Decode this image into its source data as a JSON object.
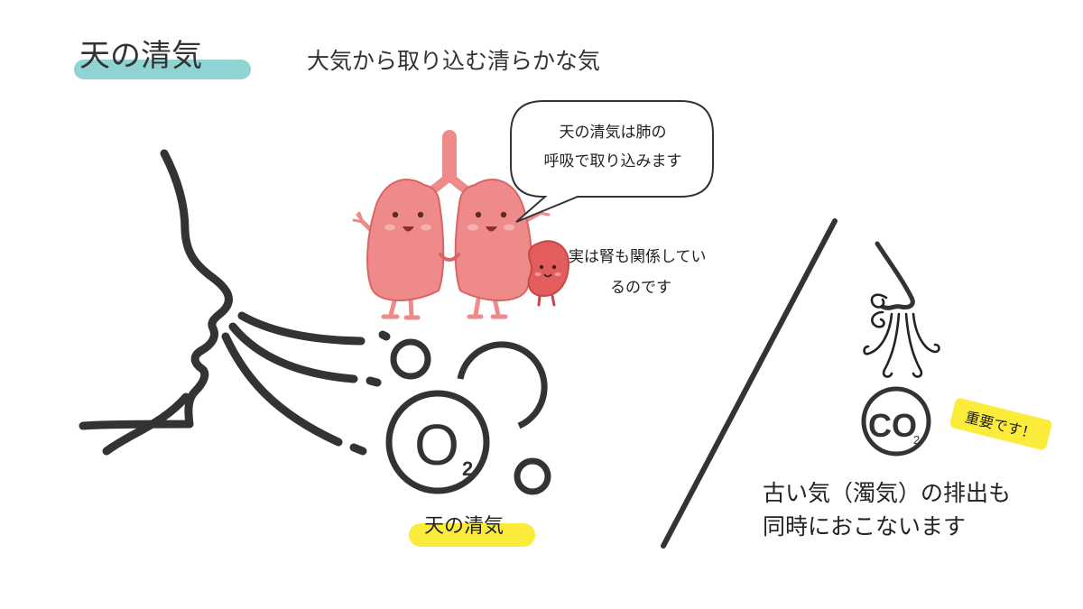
{
  "header": {
    "title": "天の清気",
    "subtitle": "大気から取り込む清らかな気"
  },
  "speech_bubble": {
    "lines": [
      "天の清気は肺の",
      "呼吸で取り込みます"
    ]
  },
  "kidney_note": {
    "lines": [
      "実は腎も関係してい",
      "るのです"
    ]
  },
  "o2": {
    "symbol": "O",
    "subscript": "2",
    "label": "天の清気"
  },
  "co2": {
    "symbol": "CO",
    "subscript": "2"
  },
  "important_tag": {
    "text": "重要です！"
  },
  "exhale_text": {
    "lines": [
      "古い気（濁気）の排出も",
      "同時におこないます"
    ]
  },
  "colors": {
    "title_highlight": "#8fd3d3",
    "label_highlight": "#fbeb3b",
    "tag_color": "#fbeb3b",
    "lung_fill": "#ef8a8a",
    "lung_dark": "#d96464",
    "kidney_fill": "#e35d5d",
    "line_color": "#333333"
  },
  "icons": [
    "face-profile-icon",
    "breath-lines-icon",
    "lungs-character-icon",
    "kidney-character-icon",
    "o2-molecule-icon",
    "bubble-icon",
    "nose-icon",
    "exhale-swirl-icon",
    "co2-molecule-icon",
    "divider-slash-icon"
  ]
}
